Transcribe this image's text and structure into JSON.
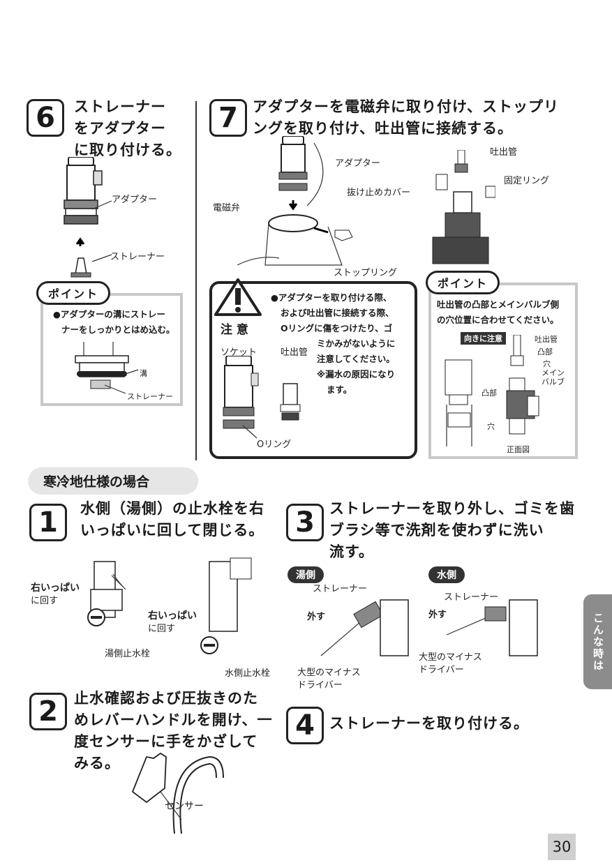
{
  "step6": {
    "num": "6",
    "text_lines": [
      "ストレーナー",
      "をアダプター",
      "に取り付ける。"
    ],
    "callout_adapter": "アダプター",
    "callout_strainer": "ストレーナー"
  },
  "point6": {
    "tag": "ポイント",
    "text_lines": [
      "●アダプターの溝にストレー",
      "ナーをしっかりとはめ込む。"
    ],
    "label_groove": "溝",
    "label_strainer": "ストレーナー"
  },
  "step7": {
    "num": "7",
    "text_lines": [
      "アダプターを電磁弁に取り付け、ストップリ",
      "ングを取り付け、吐出管に接続する。"
    ],
    "callout_adapter": "アダプター",
    "callout_solenoid": "電磁弁",
    "callout_stopring": "ストップリング",
    "callout_outlet": "吐出管",
    "callout_cover": "抜け止めカバー",
    "callout_fixring": "固定リング"
  },
  "caution": {
    "title": "注 意",
    "text_lines": [
      "●アダプターを取り付ける際、",
      "および吐出管に接続する際、",
      "Oリングに傷をつけたり、ゴ",
      "ミかみがないように",
      "注意してください。",
      "※漏水の原因になり",
      "ます。"
    ],
    "label_socket": "ソケット",
    "label_outlet": "吐出管",
    "label_oring": "Oリング"
  },
  "point7": {
    "tag": "ポイント",
    "text_lines": [
      "吐出管の凸部とメインバルブ側",
      "の穴位置に合わせてください。"
    ],
    "orient_label": "向きに注意",
    "label_outlet": "吐出管",
    "label_convex": "凸部",
    "label_hole": "穴",
    "label_mainvalve": [
      "メイン",
      "バルブ"
    ],
    "label_convex2": "凸部",
    "label_hole2": "穴",
    "label_front": "正面図"
  },
  "cold": {
    "title": "寒冷地仕様の場合"
  },
  "step1": {
    "num": "1",
    "text_lines": [
      "水側（湯側）の止水栓を右",
      "いっぱいに回して閉じる。"
    ],
    "turn_right1": "右いっぱい",
    "turn_right1b": "に回す",
    "turn_right2": "右いっぱい",
    "turn_right2b": "に回す",
    "hot_valve": "湯側止水栓",
    "cold_valve": "水側止水栓"
  },
  "step3": {
    "num": "3",
    "text_lines": [
      "ストレーナーを取り外し、ゴミを歯",
      "ブラシ等で洗剤を使わずに洗い",
      "流す。"
    ],
    "hot_pill": "湯側",
    "cold_pill": "水側",
    "strainer1": "ストレーナー",
    "strainer2": "ストレーナー",
    "remove1": "外す",
    "remove2": "外す",
    "driver1": [
      "大型のマイナス",
      "ドライバー"
    ],
    "driver2": [
      "大型のマイナス",
      "ドライバー"
    ]
  },
  "step2": {
    "num": "2",
    "text_lines": [
      "止水確認および圧抜きのた",
      "めレバーハンドルを開け、一",
      "度センサーに手をかざして",
      "みる。"
    ],
    "sensor": "センサー"
  },
  "step4": {
    "num": "4",
    "text": "ストレーナーを取り付ける。"
  },
  "side_tab": "こんな時は",
  "page_number": "30"
}
